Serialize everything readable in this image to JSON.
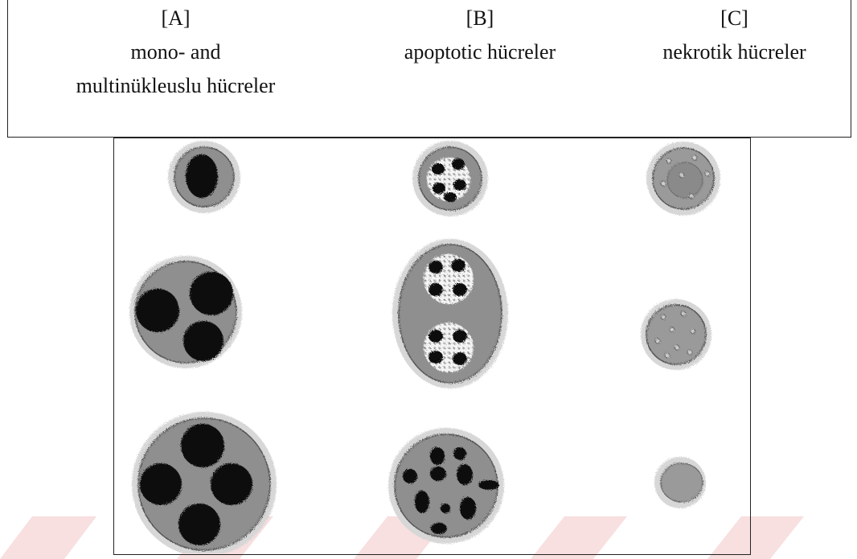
{
  "columns": [
    {
      "letter": "[A]",
      "title_line1": "mono- and",
      "title_line2": "multinükleuslu hücreler"
    },
    {
      "letter": "[B]",
      "title_line1": "apoptotic hücreler",
      "title_line2": ""
    },
    {
      "letter": "[C]",
      "title_line1": "nekrotik hücreler",
      "title_line2": ""
    }
  ],
  "colors": {
    "cytoplasm": "#8f8f8f",
    "nucleus": "#0b0b0b",
    "necrotic": "#9a9a9a",
    "stripe": "#f7d6d8"
  }
}
